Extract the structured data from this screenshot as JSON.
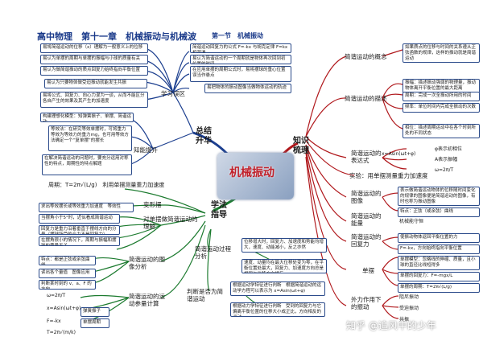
{
  "header": {
    "title": "高中物理　第十一章　机械振动与机械波",
    "subtitle": "第一节　机械振动"
  },
  "center_label": "机械振动",
  "hubs": {
    "summary": "总结\n升华",
    "knowledge": "知识\n梳理",
    "method": "学法\n指导"
  },
  "learning_goals": {
    "label": "学习误区",
    "items": [
      "易将简谐运动的位移（x）理解为一般意义上的位移",
      "易认为单摆的周期与单摆的振幅与小球的质量有关",
      "易认为做简谐振动的质点回复力始终指向平衡位置",
      "易认为只要物体做受迫振动就能发生共振",
      "易将公式、回复力、向心力混为一谈，从而不能区分各自产生的效果及其产生的加速度",
      "简谐运动回复力的公式 F=-kx 与胡克定律 F=kx 相混淆",
      "易认为简谐运动的一个周期就是物体再次回到初位置的时间",
      "在应用单摆的周期公式时，易将摆球的重心位置误当作悬点",
      "易把物体的振动图像当做物体运动的轨迹"
    ]
  },
  "ability": {
    "label": "知能提升",
    "items": [
      "构建理想化模型：知弹簧振子、单摆、简谐运动",
      "等效法：在研究等效单摆时，可将重力等效为等效力的重力mg，也可用等效方法确定一个“复单摆”的摆长",
      "在解决简谐运动的问题时，要充分运用对称性的特点，周期性的特点解题"
    ]
  },
  "method": {
    "formula_note": "周期：T=2π√(L/g)　利用单摆测量重力加速度",
    "transform_label": "变形摆",
    "pendulum_label": "对单摆做简谐运动的理解",
    "pendulum_items": [
      "求出等效摆长或等效重力加速度　等效性",
      "当摆角小于5°时，近似看成简谐运动",
      "回复力是重力沿着垂直于摆线方向的分量（摆球所受的合力不是回复力）",
      "在摆角很小的情况下，周期与振幅和摆球的质量无关"
    ],
    "graph_label": "简谐运动的图像分析",
    "graph_items": [
      "特点：都是正弦或余弦曲线",
      "读出各个量值　图像应用",
      "判断某时刻的 v、a、F 的方向"
    ],
    "calc_label": "简谐运动的运动参量计算",
    "calc_items": [
      "ω=2π/T",
      "x=Asin(ωt+φ)",
      "F=-kx",
      "T=2π√(m/k)",
      "弹簧振子",
      "单摆周期"
    ],
    "process_label": "简谐运动过程分析",
    "process_items": [
      "位移增大时，回复力、加速度和势能均增大，速度、动能减小，反之亦然",
      "速度、动量均在最大位移处变为零，在平衡位置处最大，回复力、加速度方向总是相同与位移方向相反"
    ],
    "judge_label": "判断是否为简谐运动",
    "judge_items": [
      "根据运动学特征进行判断　根据简谐运动的运动学方程可以表示为 x=Asin(ωt+φ)",
      "根据动力学特征进行判断　受到的回复力与它偏离平衡位置的位移大小成正比，方向相反的运动"
    ]
  },
  "knowledge": {
    "concept_label": "简谐运动的概念",
    "concept_text": "如果质点的位移与时间的关系遵从正弦函数的规律，这样的振动就是简谐运动",
    "describe_label": "简谐运动的描述",
    "describe_items": [
      "振幅：描述振动强弱的物理量，振动物体离开平衡位置的最大距离",
      "周期：完成一次全振动所用的时间",
      "频率：单位时间内完成全振动的次数",
      "相位：描述周期运动中在各个时刻所处的不同状态"
    ],
    "expr_label": "简谐运动的表达式",
    "expr_items": [
      "x=Asin(ωt+φ)",
      "φ表示初相位",
      "A表示振幅",
      "ω=2π/T"
    ],
    "experiment": "实验：用单摆测量重力加速度",
    "image_label": "简谐运动的图像",
    "image_items": [
      "表示做简谐运动物体的位移随时间变化的规律的图像便是简谐运动的图像，有时也称为振动图像",
      "特点：正弦（或余弦）曲线"
    ],
    "energy_label": "简谐运动的能量",
    "energy_items": [
      "机械能守恒"
    ],
    "restore_label": "简谐运动的回复力",
    "restore_items": [
      "使振动物体返回平衡位置的力",
      "F=-kx，方向始终指向平衡位置"
    ],
    "pendulum_label": "单摆",
    "pendulum_items": [
      "单摆模型：忽略线的伸缩、质量，且小球的直径比线短得多",
      "单摆的回复力：F=-mgx/L",
      "单摆的周期：T=2π√(L/g)"
    ],
    "forced_label": "外力作用下的振动",
    "forced_items": [
      "阻尼振动",
      "受迫振动",
      "共振"
    ]
  },
  "watermark": "知乎 @追风中的少年"
}
